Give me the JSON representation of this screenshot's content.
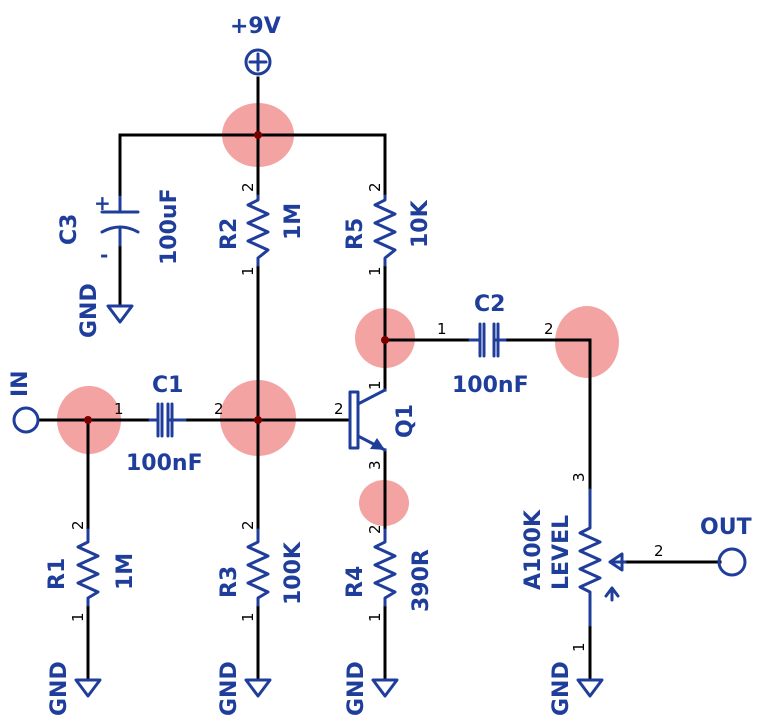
{
  "supply": {
    "label": "+9V"
  },
  "ports": {
    "in": "IN",
    "out": "OUT"
  },
  "ground": "GND",
  "components": {
    "C1": {
      "ref": "C1",
      "value": "100nF"
    },
    "C2": {
      "ref": "C2",
      "value": "100nF"
    },
    "C3": {
      "ref": "C3",
      "value": "100uF",
      "plus": "+",
      "minus": "-"
    },
    "R1": {
      "ref": "R1",
      "value": "1M"
    },
    "R2": {
      "ref": "R2",
      "value": "1M"
    },
    "R3": {
      "ref": "R3",
      "value": "100K"
    },
    "R4": {
      "ref": "R4",
      "value": "390R"
    },
    "R5": {
      "ref": "R5",
      "value": "10K"
    },
    "Q1": {
      "ref": "Q1"
    },
    "POT": {
      "value": "A100K",
      "name": "LEVEL"
    }
  },
  "pins": {
    "p1": "1",
    "p2": "2",
    "p3": "3"
  },
  "colors": {
    "wire": "#000000",
    "symbol": "#1f3d9a",
    "highlight": "#ef7c7c",
    "junction": "#7a0000"
  }
}
